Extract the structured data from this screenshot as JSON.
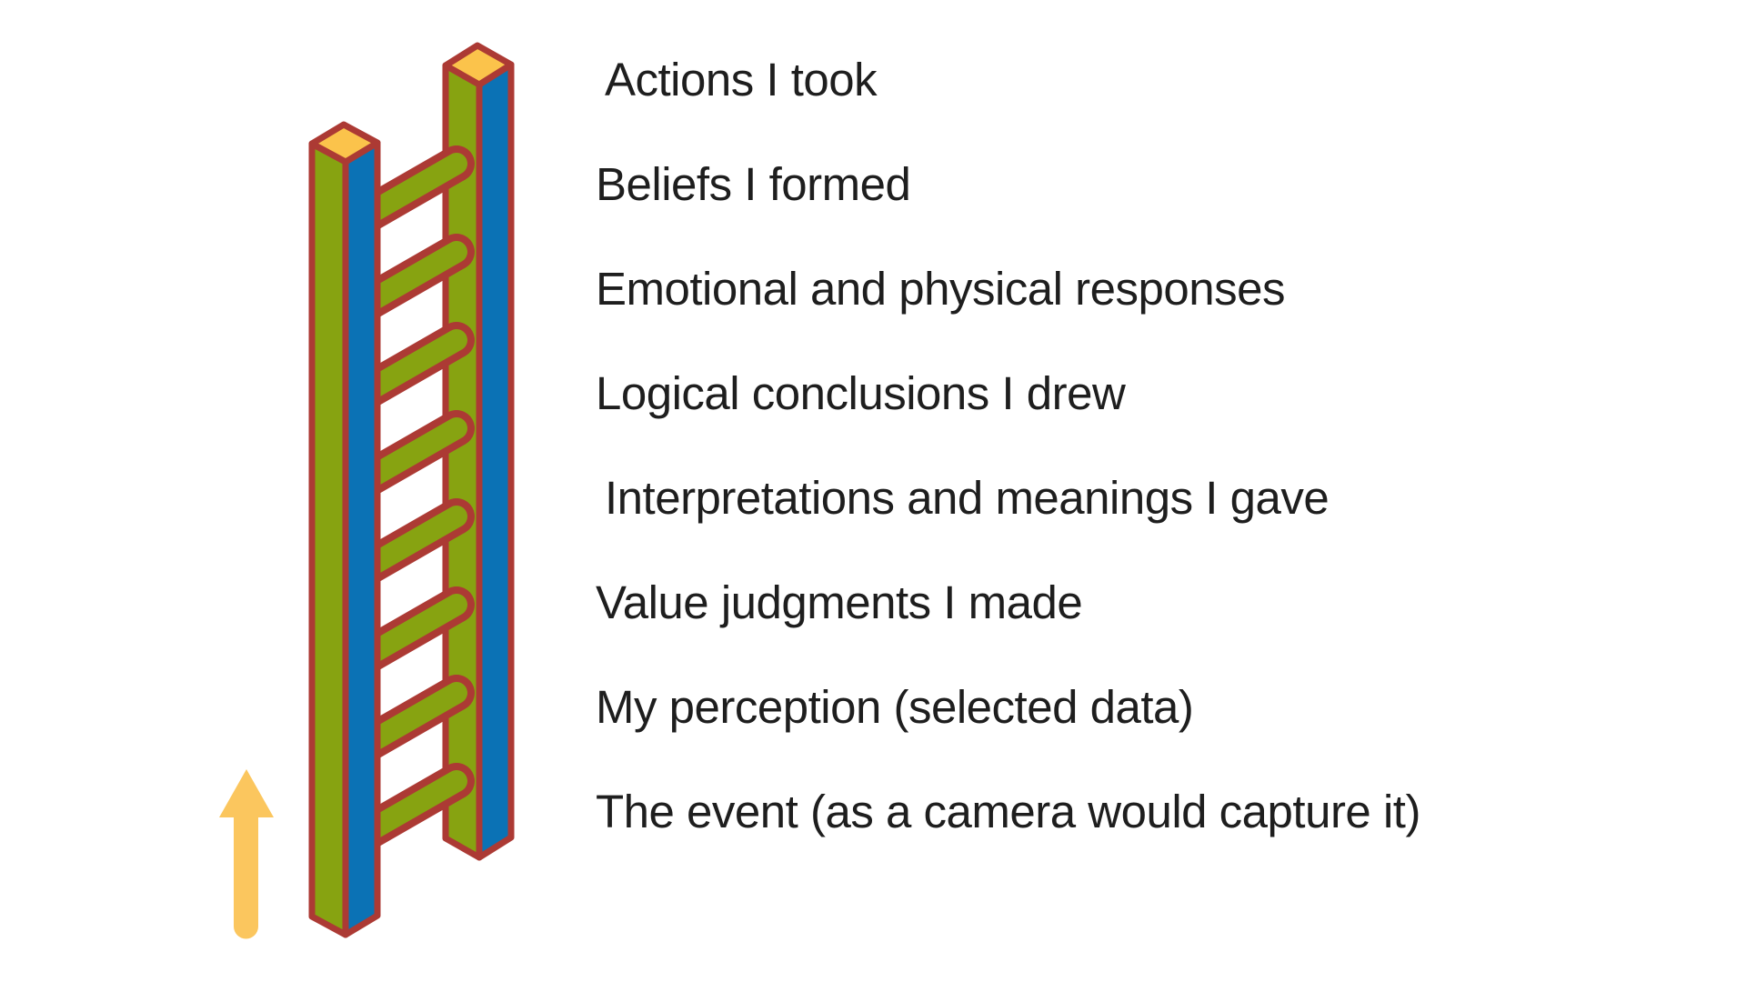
{
  "diagram": {
    "steps": [
      {
        "text": "Actions I took"
      },
      {
        "text": "Beliefs I formed"
      },
      {
        "text": "Emotional and physical responses"
      },
      {
        "text": "Logical conclusions I drew"
      },
      {
        "text": "Interpretations and meanings I gave"
      },
      {
        "text": "Value judgments I made"
      },
      {
        "text": "My perception (selected data)"
      },
      {
        "text": "The event (as a camera would capture it)"
      }
    ],
    "ladder": {
      "rung_count": 8,
      "rail_count": 2
    },
    "icons": [
      {
        "name": "ladder-icon",
        "shape": "isometric ladder with 8 rungs"
      },
      {
        "name": "up-arrow-icon",
        "glyph": "↑"
      }
    ]
  },
  "colors": {
    "rail_green": "#87A311",
    "rail_blue": "#0B72B5",
    "outline_red": "#AC3A34",
    "cap_yellow": "#FBC34B",
    "arrow_yellow": "#FBC65E",
    "text_color": "#1E1E1E",
    "background": "#FFFFFF"
  }
}
